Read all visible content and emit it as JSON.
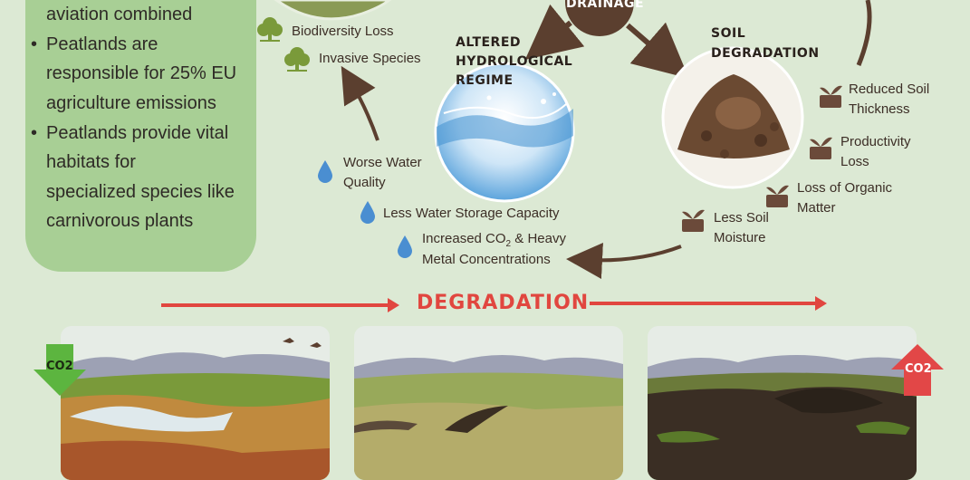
{
  "facts": {
    "line1": "aviation combined",
    "line2": "Peatlands are",
    "line3": "responsible for 25% EU",
    "line4": "agriculture emissions",
    "line5": "Peatlands provide vital",
    "line6": "habitats for",
    "line7": "specialized species like",
    "line8": "carnivorous plants"
  },
  "drainage": {
    "label": "DRAINAGE"
  },
  "hydro": {
    "title1": "ALTERED",
    "title2": "HYDROLOGICAL",
    "title3": "REGIME",
    "effects": {
      "water_quality_1": "Worse Water",
      "water_quality_2": "Quality",
      "storage": "Less Water Storage Capacity",
      "co2_1a": "Increased CO",
      "co2_1sub": "2",
      "co2_1b": " & Heavy",
      "co2_2": "Metal Concentrations"
    }
  },
  "biodiversity": {
    "loss": "Biodiversity Loss",
    "invasive": "Invasive Species"
  },
  "soil": {
    "title1": "SOIL",
    "title2": "DEGRADATION",
    "effects": {
      "thickness_1": "Reduced Soil",
      "thickness_2": "Thickness",
      "productivity_1": "Productivity",
      "productivity_2": "Loss",
      "organic_1": "Loss of Organic",
      "organic_2": "Matter",
      "moisture_1": "Less Soil",
      "moisture_2": "Moisture"
    }
  },
  "degradation": {
    "title": "DEGRADATION",
    "co2_in": "CO2",
    "co2_out": "CO2"
  },
  "colors": {
    "panel": "#a8cf95",
    "background": "#dce9d4",
    "arrow_brown": "#5b3f2f",
    "degradation_red": "#e1463f",
    "co2_green": "#5cb53f",
    "co2_red": "#e24747",
    "water_blue": "#4a8ed1"
  }
}
